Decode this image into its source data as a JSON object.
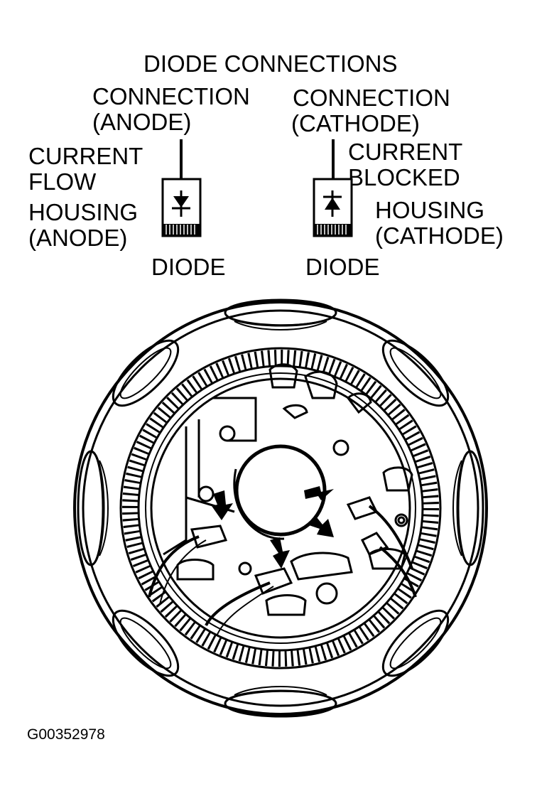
{
  "title": "DIODE CONNECTIONS",
  "left_diode": {
    "connection_line1": "CONNECTION",
    "connection_line2": "(ANODE)",
    "current_line1": "CURRENT",
    "current_line2": "FLOW",
    "housing_line1": "HOUSING",
    "housing_line2": "(ANODE)",
    "diode_label": "DIODE"
  },
  "right_diode": {
    "connection_line1": "CONNECTION",
    "connection_line2": "(CATHODE)",
    "current_line1": "CURRENT",
    "current_line2": "BLOCKED",
    "housing_line1": "HOUSING",
    "housing_line2": "(CATHODE)",
    "diode_label": "DIODE"
  },
  "figure_code": "G00352978"
}
